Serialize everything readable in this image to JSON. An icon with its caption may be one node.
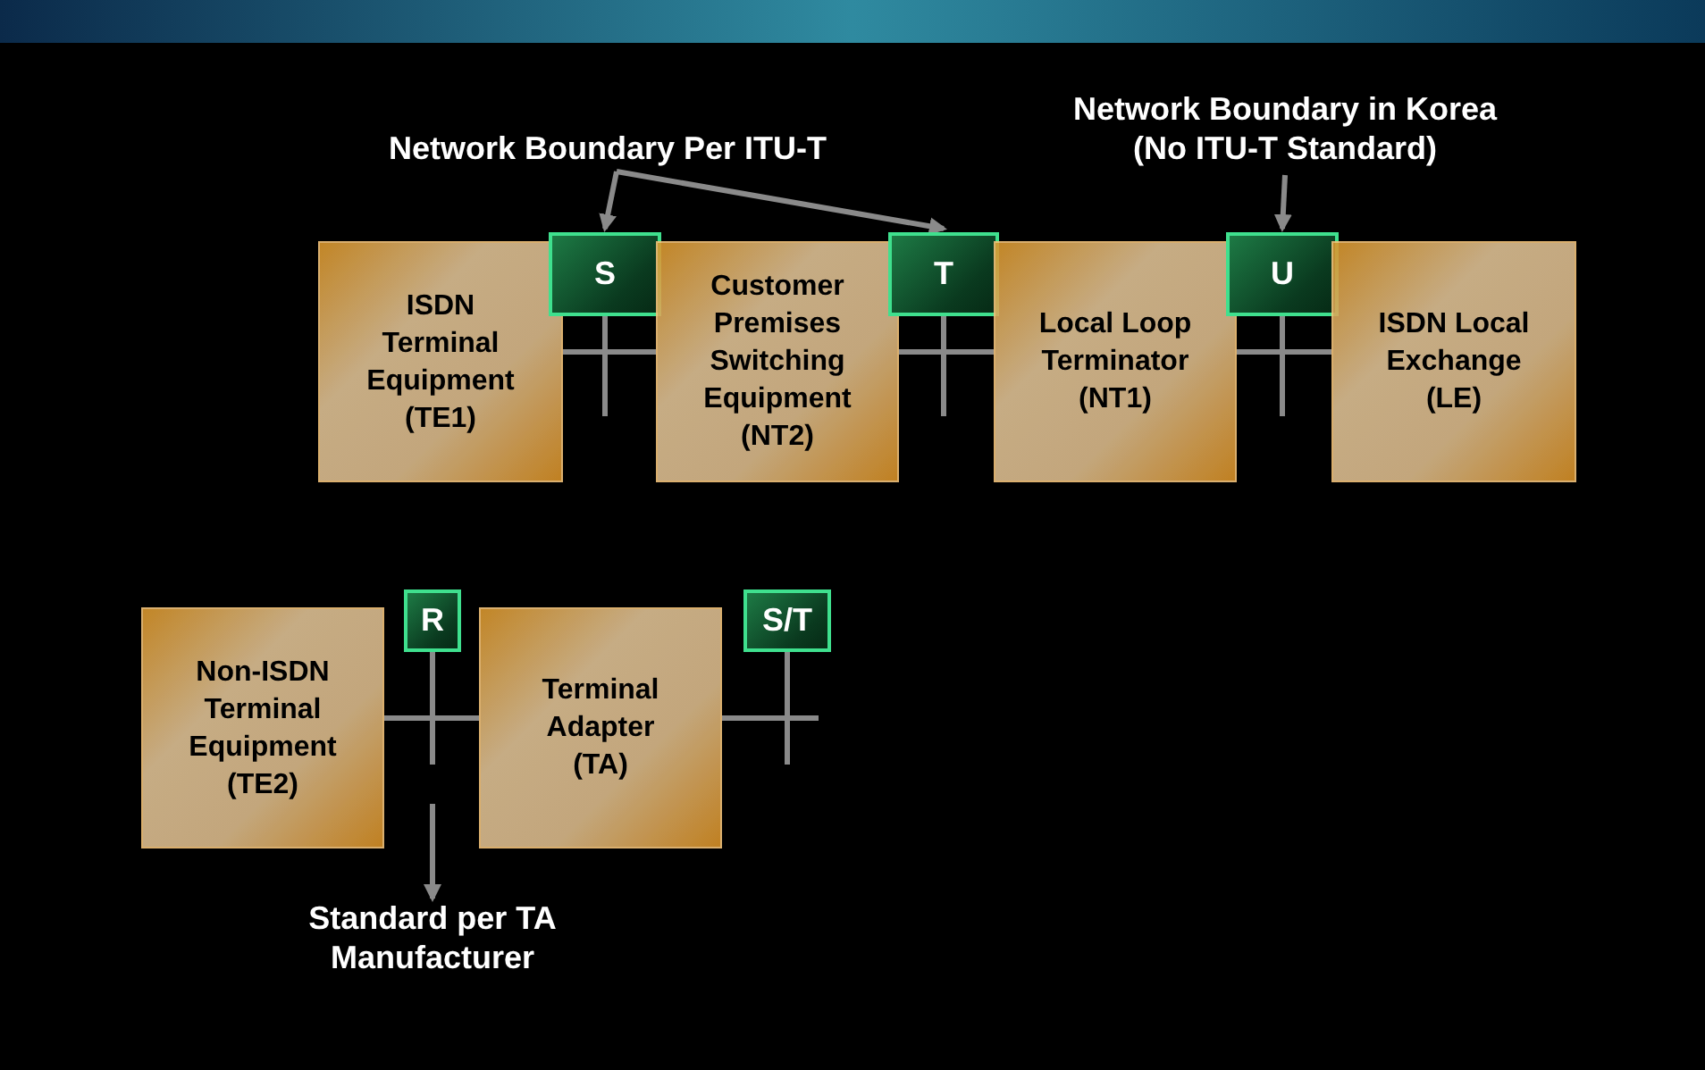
{
  "diagram": {
    "nodes": [
      {
        "text": [
          "Network Boundary Per ITU-T"
        ]
      },
      {
        "text": [
          "Network Boundary in Korea (No ITU-T Standard)"
        ]
      },
      {
        "text": [
          "ISDN Terminal Equipment (TE1)"
        ]
      },
      {
        "text": [
          "S"
        ]
      },
      {
        "text": [
          "Customer Premises Switching Equipment (NT2)"
        ]
      },
      {
        "text": [
          "T"
        ]
      },
      {
        "text": [
          "Local Loop Terminator (NT1)"
        ]
      },
      {
        "text": [
          "U"
        ]
      },
      {
        "text": [
          "ISDN Local Exchange (LE)"
        ]
      },
      {
        "text": [
          "Non-ISDN Terminal Equipment (TE2)"
        ]
      },
      {
        "text": [
          "R"
        ]
      },
      {
        "text": [
          "Terminal Adapter (TA)"
        ]
      },
      {
        "text": [
          "S/T"
        ]
      },
      {
        "text": [
          "Standard per TA Manufacturer"
        ]
      }
    ],
    "edges": [
      {
        "from": 0,
        "to": 3,
        "arrow": "to"
      },
      {
        "from": 0,
        "to": 5,
        "arrow": "to"
      },
      {
        "from": 1,
        "to": 7,
        "arrow": "to"
      },
      {
        "from": 2,
        "to": 4,
        "arrow": "none"
      },
      {
        "from": 4,
        "to": 6,
        "arrow": "none"
      },
      {
        "from": 6,
        "to": 8,
        "arrow": "none"
      },
      {
        "from": 9,
        "to": 11,
        "arrow": "none"
      },
      {
        "from": 11,
        "to": null,
        "arrow": "none"
      },
      {
        "from": null,
        "to": 13,
        "arrow": "to"
      }
    ]
  }
}
